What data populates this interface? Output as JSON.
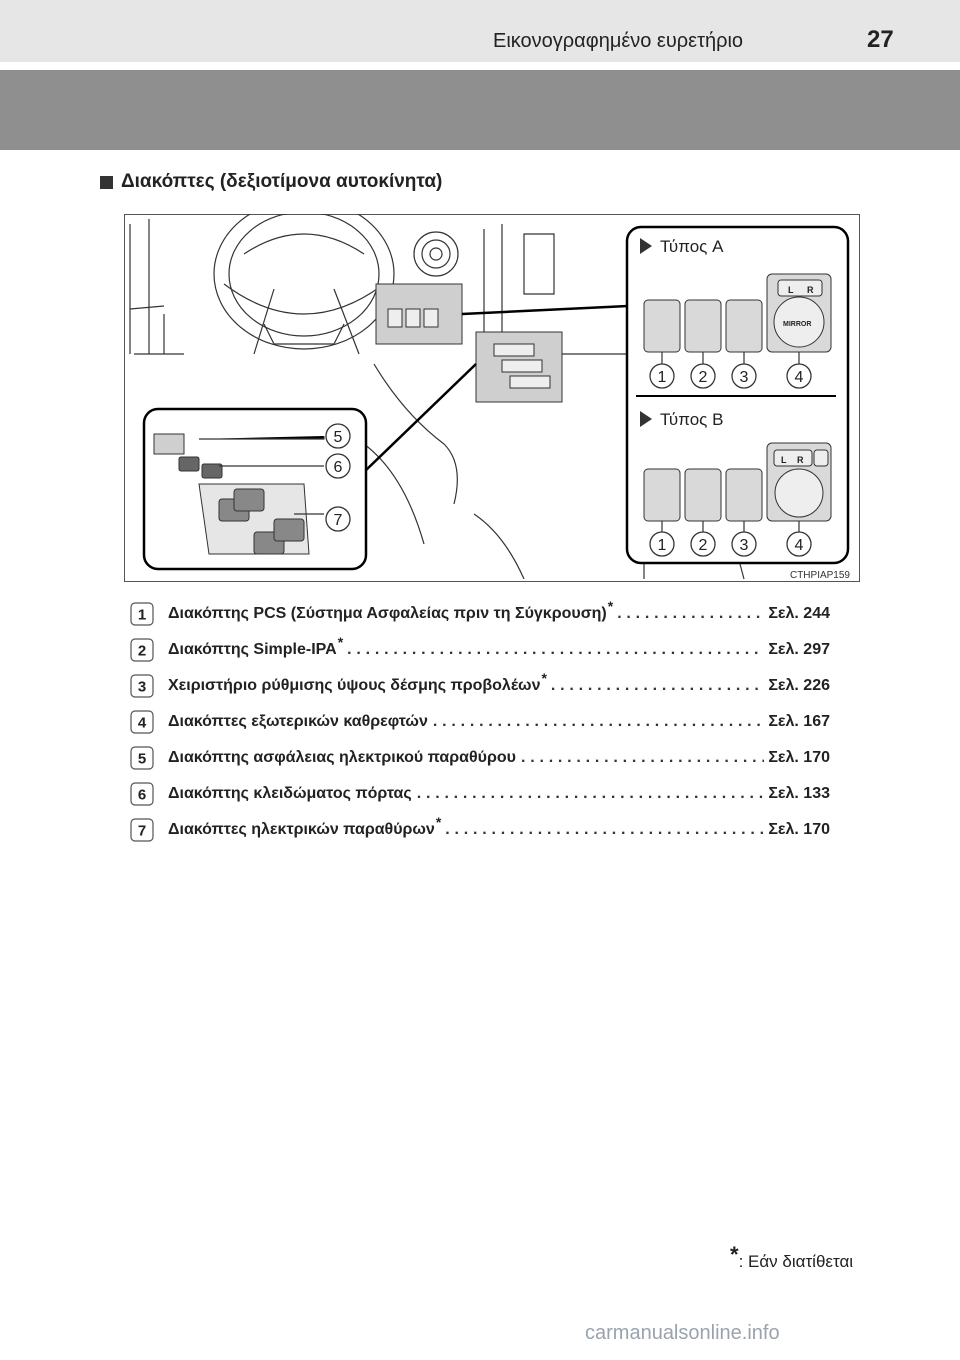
{
  "header": {
    "title": "Εικονογραφημένο ευρετήριο",
    "page_number": "27"
  },
  "section": {
    "title": "Διακόπτες (δεξιοτίμονα αυτοκίνητα)"
  },
  "illustration": {
    "type_a_label": "Τύπος A",
    "type_b_label": "Τύπος B",
    "mirror_label": "MIRROR",
    "left_label": "L",
    "right_label": "R",
    "code": "CTHPIAP159",
    "callouts": [
      "1",
      "2",
      "3",
      "4",
      "5",
      "6",
      "7"
    ]
  },
  "entries": [
    {
      "num": "1",
      "label": "Διακόπτης PCS (Σύστημα Ασφαλείας πριν τη Σύγκρουση)",
      "star": "*",
      "page": "Σελ. 244"
    },
    {
      "num": "2",
      "label": "Διακόπτης Simple-IPA",
      "star": "*",
      "page": "Σελ. 297"
    },
    {
      "num": "3",
      "label": "Χειριστήριο ρύθμισης ύψους δέσμης προβολέων",
      "star": "*",
      "page": "Σελ. 226"
    },
    {
      "num": "4",
      "label": "Διακόπτες εξωτερικών καθρεφτών",
      "star": "",
      "page": "Σελ. 167"
    },
    {
      "num": "5",
      "label": "Διακόπτης ασφάλειας ηλεκτρικού παραθύρου",
      "star": "",
      "page": "Σελ. 170"
    },
    {
      "num": "6",
      "label": "Διακόπτης κλειδώματος πόρτας",
      "star": "",
      "page": "Σελ. 133"
    },
    {
      "num": "7",
      "label": "Διακόπτες ηλεκτρικών παραθύρων",
      "star": "*",
      "page": "Σελ. 170"
    }
  ],
  "footnote": {
    "star": "*",
    "text": ": Εάν διατίθεται"
  },
  "watermark": "carmanualsonline.info"
}
